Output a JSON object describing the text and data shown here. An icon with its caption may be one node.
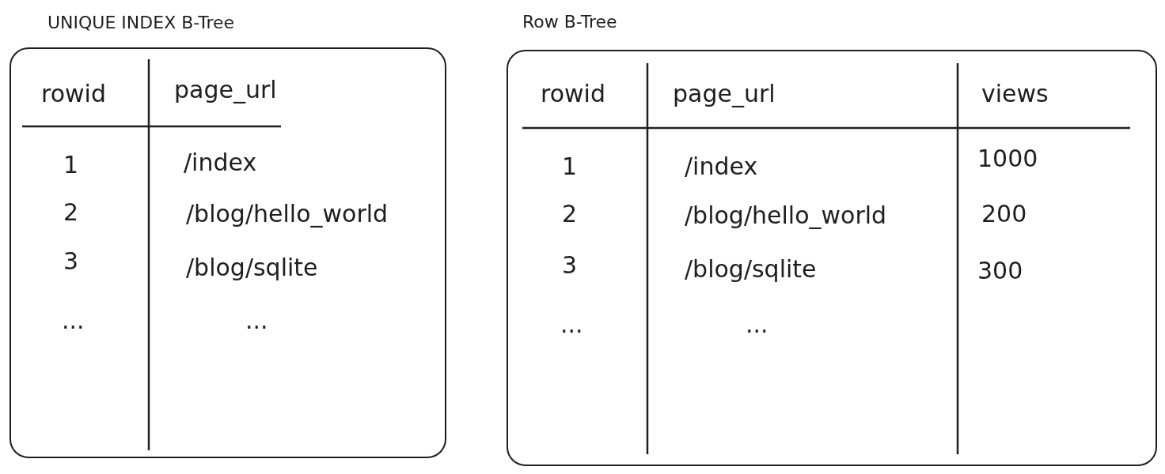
{
  "diagram": {
    "nodes": [
      {
        "text": [
          "UNIQUE INDEX B-Tree"
        ]
      },
      {
        "text": [
          "Row B-Tree"
        ]
      }
    ],
    "labels": [
      "rowid",
      "page_url",
      "1",
      "/index",
      "2",
      "/blog/hello_world",
      "3",
      "/blog/sqlite",
      "...",
      "...",
      "rowid",
      "page_url",
      "views",
      "1",
      "/index",
      "1000",
      "2",
      "/blog/hello_world",
      "200",
      "3",
      "/blog/sqlite",
      "300",
      "...",
      "..."
    ]
  }
}
